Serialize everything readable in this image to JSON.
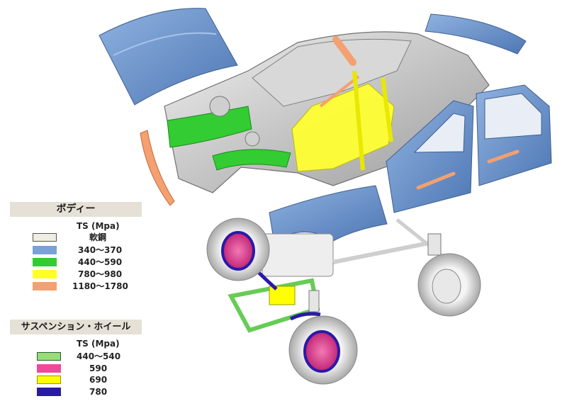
{
  "legend_body": {
    "title": "ボディー",
    "unit": "TS (Mpa)",
    "items": [
      {
        "label": "軟鋼",
        "color": "#eeeee4",
        "border": "#555555"
      },
      {
        "label": "340～370",
        "color": "#7ba2d6",
        "border": "#7ba2d6"
      },
      {
        "label": "440～590",
        "color": "#33cc33",
        "border": "#33cc33"
      },
      {
        "label": "780～980",
        "color": "#ffff22",
        "border": "#ffff22"
      },
      {
        "label": "1180～1780",
        "color": "#f4a070",
        "border": "#f4a070"
      }
    ]
  },
  "legend_suspension": {
    "title": "サスペンション・ホイール",
    "unit": "TS (Mpa)",
    "items": [
      {
        "label": "440～540",
        "color": "#99dd77",
        "border": "#2d5a2d"
      },
      {
        "label": "590",
        "color": "#ee4a99",
        "border": "#ee4a99"
      },
      {
        "label": "690",
        "color": "#ffff00",
        "border": "#999900"
      },
      {
        "label": "780",
        "color": "#2a1aa8",
        "border": "#2a1aa8"
      }
    ]
  }
}
